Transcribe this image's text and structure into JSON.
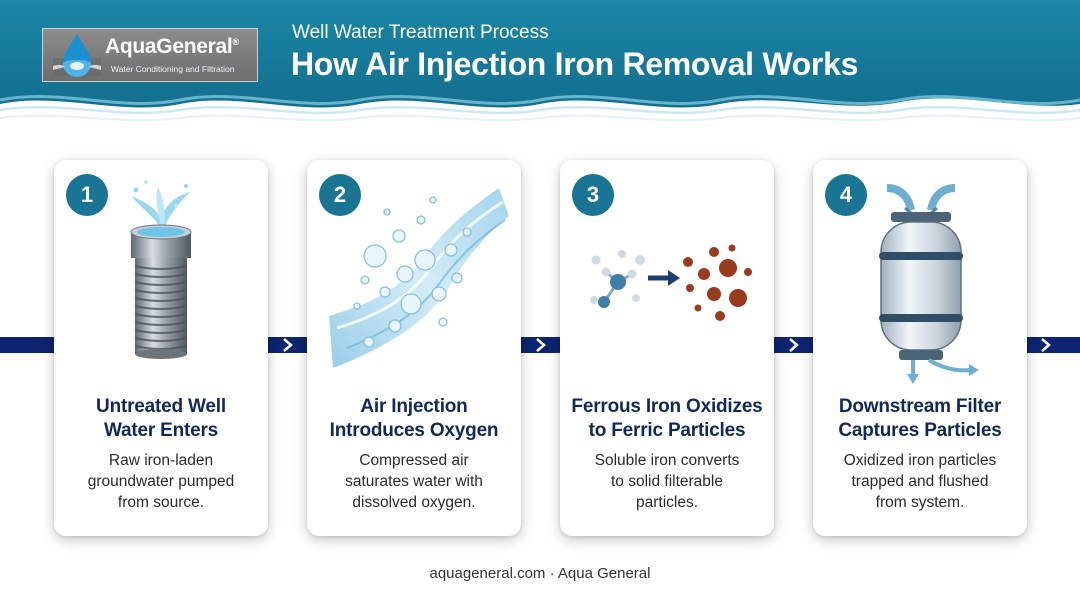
{
  "header": {
    "subtitle": "Well Water Treatment Process",
    "title": "How Air Injection Iron Removal Works",
    "background_color": "#167a9a"
  },
  "logo": {
    "brand": "AquaGeneral",
    "registered_mark": "®",
    "tagline": "Water Conditioning and Filtration",
    "icon": "water-drop-icon"
  },
  "steps": [
    {
      "number": "1",
      "title_line1": "Untreated Well",
      "title_line2": "Water Enters",
      "desc_line1": "Raw iron-laden",
      "desc_line2": "groundwater pumped",
      "desc_line3": "from source.",
      "illustration": "well-pipe-icon"
    },
    {
      "number": "2",
      "title_line1": "Air Injection",
      "title_line2": "Introduces Oxygen",
      "desc_line1": "Compressed air",
      "desc_line2": "saturates water with",
      "desc_line3": "dissolved oxygen.",
      "illustration": "water-bubbles-icon"
    },
    {
      "number": "3",
      "title_line1": "Ferrous Iron Oxidizes",
      "title_line2": "to Ferric Particles",
      "desc_line1": "Soluble iron converts",
      "desc_line2": "to solid filterable",
      "desc_line3": "particles.",
      "illustration": "oxidation-molecules-icon"
    },
    {
      "number": "4",
      "title_line1": "Downstream Filter",
      "title_line2": "Captures Particles",
      "desc_line1": "Oxidized iron particles",
      "desc_line2": "trapped and flushed",
      "desc_line3": "from system.",
      "illustration": "filter-tank-icon"
    }
  ],
  "flow": {
    "color": "#0d2470",
    "icon": "chevron-right-icon"
  },
  "footer": {
    "text": "aquageneral.com · Aqua General"
  }
}
